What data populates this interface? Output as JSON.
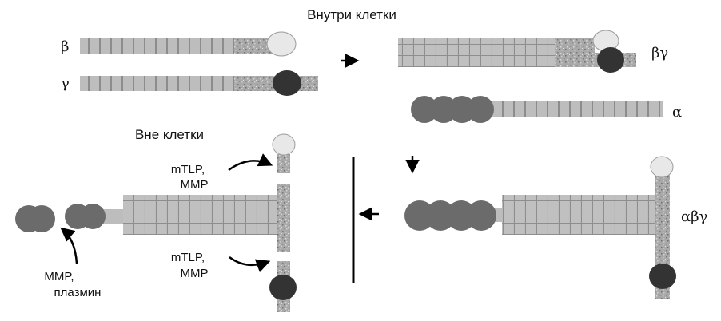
{
  "title_inside": "Внутри клетки",
  "title_outside": "Вне клетки",
  "chain_labels": {
    "beta": "β",
    "gamma": "γ",
    "beta_gamma": "βγ",
    "alpha": "α",
    "alpha_beta_gamma": "αβγ"
  },
  "cleavage_labels": {
    "upper_line1": "mTLP,",
    "upper_line2": "MMP",
    "lower_line1": "mTLP,",
    "lower_line2": "MMP",
    "left_line1": "MMP,",
    "left_line2": "плазмин"
  },
  "colors": {
    "rod_fill": "#bdbdbd",
    "rod_line": "#8c8c8c",
    "speckle_fill": "#a9a9a9",
    "light_globule": "#e8e8e8",
    "dark_globule": "#333333",
    "alpha_globule": "#6b6b6b",
    "arrow": "#000000"
  }
}
